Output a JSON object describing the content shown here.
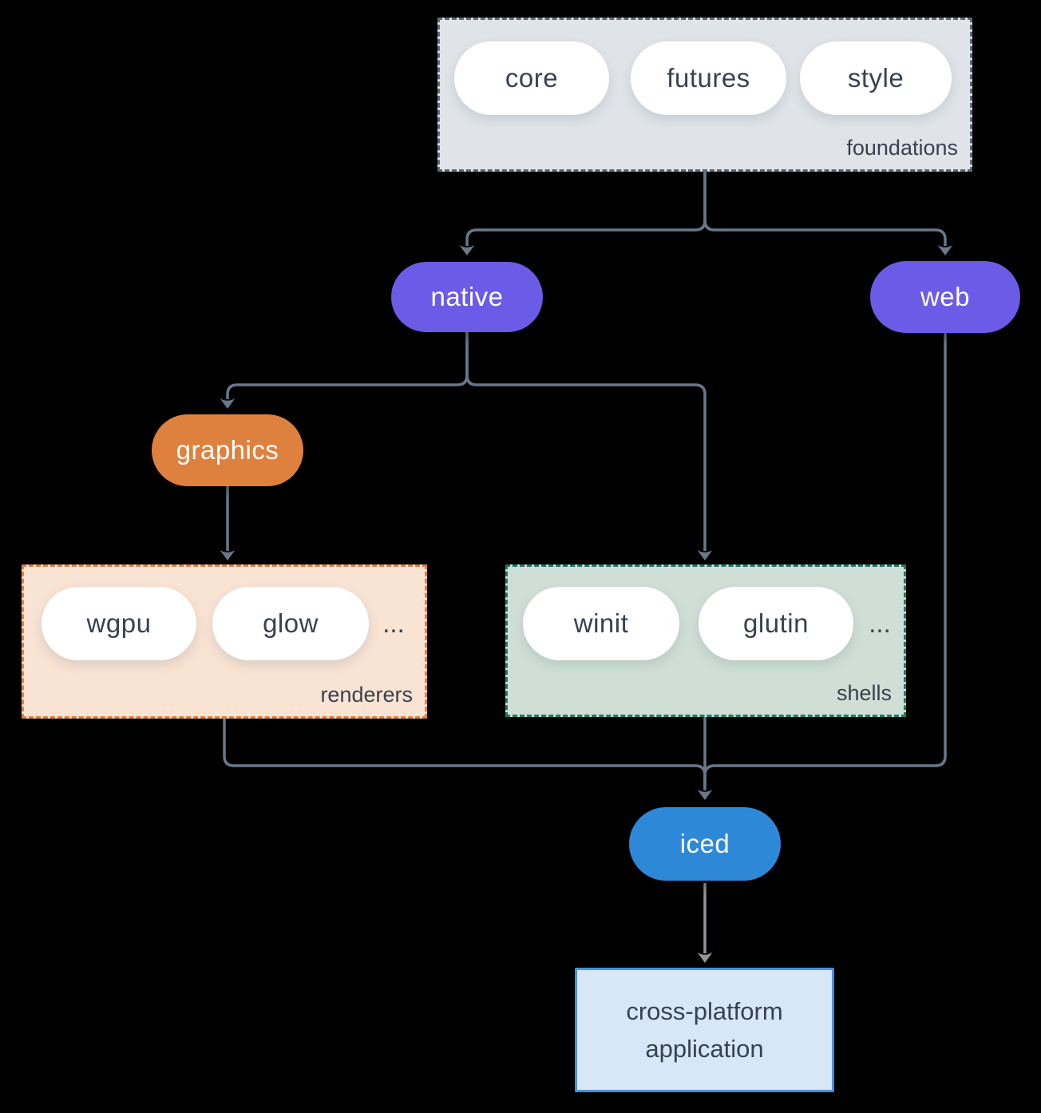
{
  "colors": {
    "background": "#000000",
    "connector": "#68788a",
    "final_arrow": "#8e949b",
    "dark_text": "#38424f",
    "purple": "#6c5be7",
    "orange": "#df813e",
    "blue": "#2e88d8",
    "pill_bg": "#ffffff",
    "foundations_bg": "#e0e4e8",
    "foundations_border": "#5c6b7a",
    "renderers_bg": "#f9e3d3",
    "renderers_border": "#e0813e",
    "shells_bg": "#cfdfd6",
    "shells_border": "#20796a",
    "app_bg": "#d7e7f7",
    "app_border": "#4a90da"
  },
  "groups": {
    "foundations": {
      "label": "foundations",
      "pills": [
        "core",
        "futures",
        "style"
      ]
    },
    "renderers": {
      "label": "renderers",
      "pills": [
        "wgpu",
        "glow"
      ],
      "ellipsis": "..."
    },
    "shells": {
      "label": "shells",
      "pills": [
        "winit",
        "glutin"
      ],
      "ellipsis": "..."
    }
  },
  "nodes": {
    "native": "native",
    "web": "web",
    "graphics": "graphics",
    "iced": "iced"
  },
  "app_box": {
    "line1": "cross-platform",
    "line2": "application"
  },
  "edges": [
    {
      "from": "foundations",
      "to": "native"
    },
    {
      "from": "foundations",
      "to": "web"
    },
    {
      "from": "native",
      "to": "graphics"
    },
    {
      "from": "native",
      "to": "shells"
    },
    {
      "from": "graphics",
      "to": "renderers"
    },
    {
      "from": "renderers",
      "to": "iced"
    },
    {
      "from": "shells",
      "to": "iced"
    },
    {
      "from": "web",
      "to": "iced"
    },
    {
      "from": "iced",
      "to": "cross-platform application"
    }
  ]
}
